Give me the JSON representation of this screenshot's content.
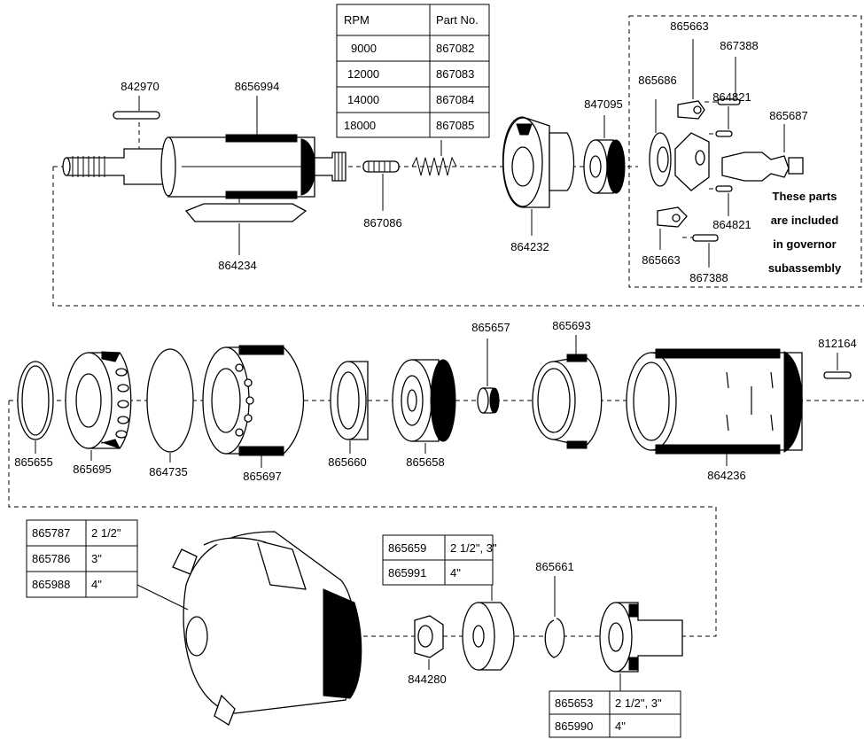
{
  "rpm_table": {
    "headers": [
      "RPM",
      "Part No."
    ],
    "rows": [
      [
        "9000",
        "867082"
      ],
      [
        "12000",
        "867083"
      ],
      [
        "14000",
        "867084"
      ],
      [
        "18000",
        "867085"
      ]
    ]
  },
  "governor_note": [
    "These parts",
    "are included",
    "in governor",
    "subassembly"
  ],
  "housing_table": [
    [
      "865787",
      "2 1/2\""
    ],
    [
      "865786",
      "3\""
    ],
    [
      "865988",
      "4\""
    ]
  ],
  "spacer_table": [
    [
      "865659",
      "2 1/2\", 3\""
    ],
    [
      "865991",
      "4\""
    ]
  ],
  "hub_table": [
    [
      "865653",
      "2 1/2\", 3\""
    ],
    [
      "865990",
      "4\""
    ]
  ],
  "labels": {
    "p842970": "842970",
    "p8656994": "8656994",
    "p864234": "864234",
    "p867086": "867086",
    "p864232": "864232",
    "p847095": "847095",
    "p865663a": "865663",
    "p867388a": "867388",
    "p865686": "865686",
    "p864821a": "864821",
    "p865687": "865687",
    "p864821b": "864821",
    "p865663b": "865663",
    "p867388b": "867388",
    "p865657": "865657",
    "p865693": "865693",
    "p812164": "812164",
    "p865655": "865655",
    "p865695": "865695",
    "p864735": "864735",
    "p865697": "865697",
    "p865660": "865660",
    "p865658": "865658",
    "p864236": "864236",
    "p865661": "865661",
    "p844280": "844280"
  }
}
